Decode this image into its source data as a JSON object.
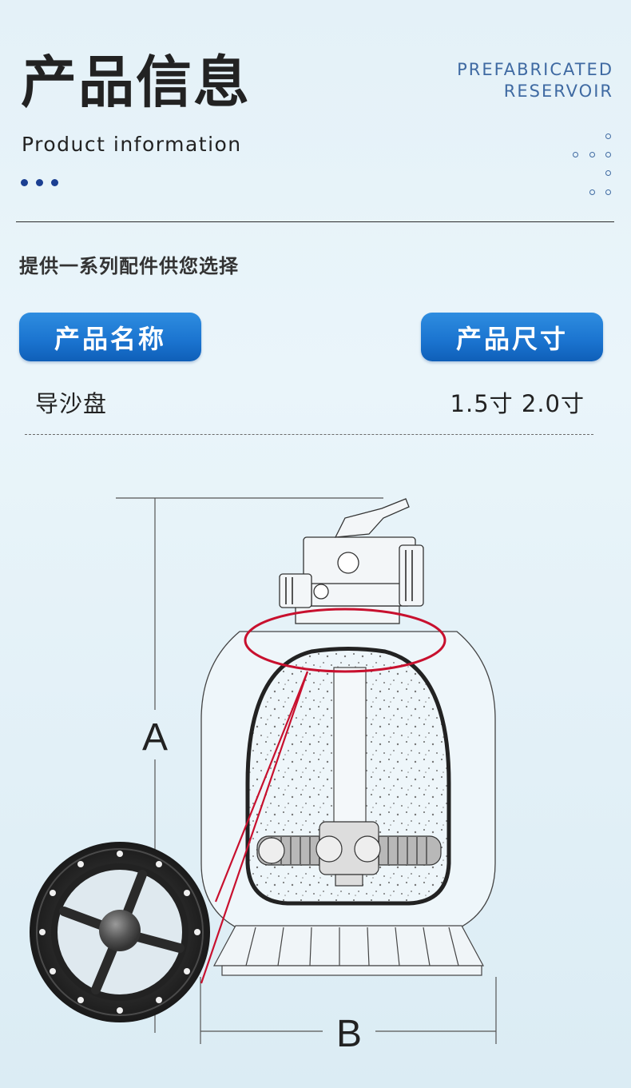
{
  "header": {
    "title_cn": "产品信息",
    "title_en": "Product information",
    "brand_line1": "PREFABRICATED",
    "brand_line2": "RESERVOIR"
  },
  "subtitle": "提供一系列配件供您选择",
  "table": {
    "col_name_label": "产品名称",
    "col_size_label": "产品尺寸",
    "name_value": "导沙盘",
    "size_value": "1.5寸 2.0寸"
  },
  "diagram": {
    "label_a": "A",
    "label_b": "B",
    "highlight_color": "#c8102e"
  }
}
